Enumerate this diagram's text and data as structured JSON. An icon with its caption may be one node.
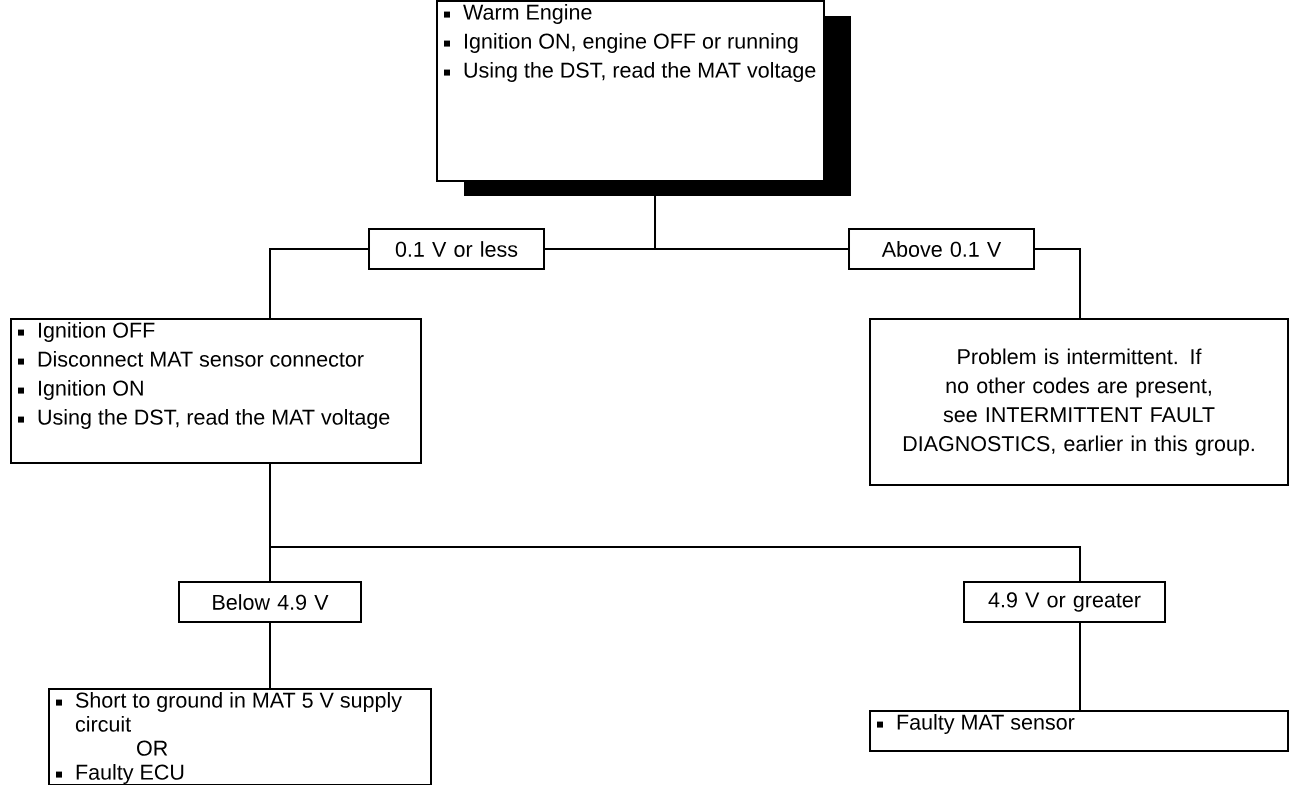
{
  "diagram": {
    "nodes": [
      {
        "text": [
          "Warm Engine",
          "Ignition ON, engine OFF or running",
          "Using the DST, read the MAT voltage"
        ]
      },
      {
        "text": [
          "0.1 V or less"
        ]
      },
      {
        "text": [
          "Above 0.1 V"
        ]
      },
      {
        "text": [
          "Ignition OFF",
          "Disconnect MAT sensor connector",
          "Ignition ON",
          "Using the DST, read the MAT voltage"
        ]
      },
      {
        "text": [
          "Problem is intermittent. If no other codes are present, see INTERMITTENT FAULT DIAGNOSTICS, earlier in this group."
        ]
      },
      {
        "text": [
          "Below 4.9 V"
        ]
      },
      {
        "text": [
          "4.9 V or greater"
        ]
      },
      {
        "text": [
          "Short to ground in MAT 5 V supply circuit",
          "OR",
          "Faulty ECU"
        ]
      },
      {
        "text": [
          "Faulty MAT sensor"
        ]
      }
    ],
    "edges": [
      {
        "from": 0,
        "to": 1,
        "arrow": "none"
      },
      {
        "from": 0,
        "to": 2,
        "arrow": "none"
      },
      {
        "from": 1,
        "to": 3,
        "arrow": "none"
      },
      {
        "from": 2,
        "to": 4,
        "arrow": "none"
      },
      {
        "from": 3,
        "to": 5,
        "arrow": "none"
      },
      {
        "from": 3,
        "to": 6,
        "arrow": "none"
      },
      {
        "from": 5,
        "to": 7,
        "arrow": "none"
      },
      {
        "from": 6,
        "to": 8,
        "arrow": "none"
      }
    ]
  }
}
